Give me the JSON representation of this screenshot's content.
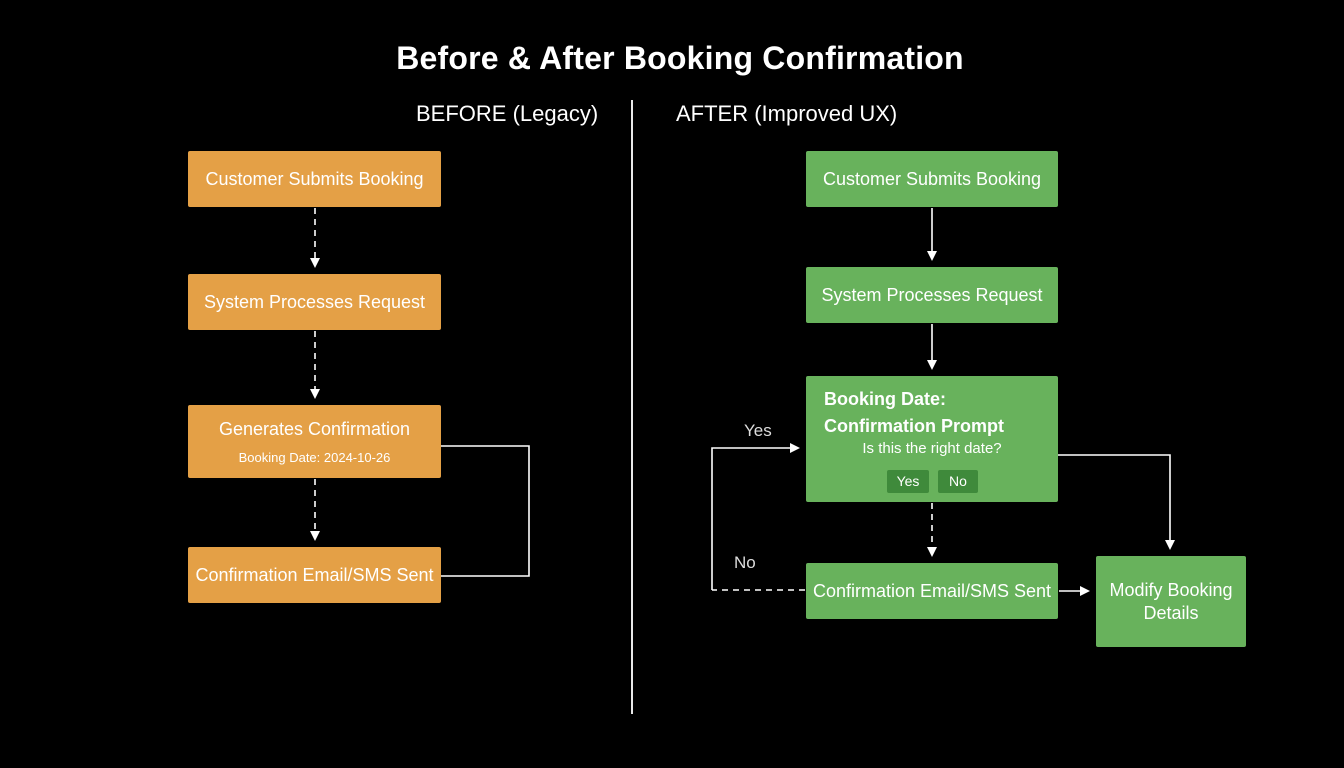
{
  "title": "Before & After Booking Confirmation",
  "before": {
    "heading": "BEFORE (Legacy)",
    "steps": [
      "Customer Submits Booking",
      "System Processes Request",
      "Generates Confirmation",
      "Confirmation Email/SMS Sent"
    ],
    "generates_sub": "Booking Date: 2024-10-26"
  },
  "after": {
    "heading": "AFTER (Improved UX)",
    "submit": "Customer Submits Booking",
    "process": "System Processes Request",
    "prompt": {
      "title_line1": "Booking Date:",
      "title_line2": "Confirmation Prompt",
      "question": "Is this the right date?",
      "yes_button": "Yes",
      "no_button": "No"
    },
    "sent": "Confirmation Email/SMS Sent",
    "modify": "Modify Booking Details",
    "edge_yes": "Yes",
    "edge_no": "No"
  },
  "colors": {
    "before_box": "#e4a046",
    "after_box": "#68b25c",
    "prompt_button": "#3f8a3b",
    "background": "#000000",
    "line": "#ffffff"
  }
}
